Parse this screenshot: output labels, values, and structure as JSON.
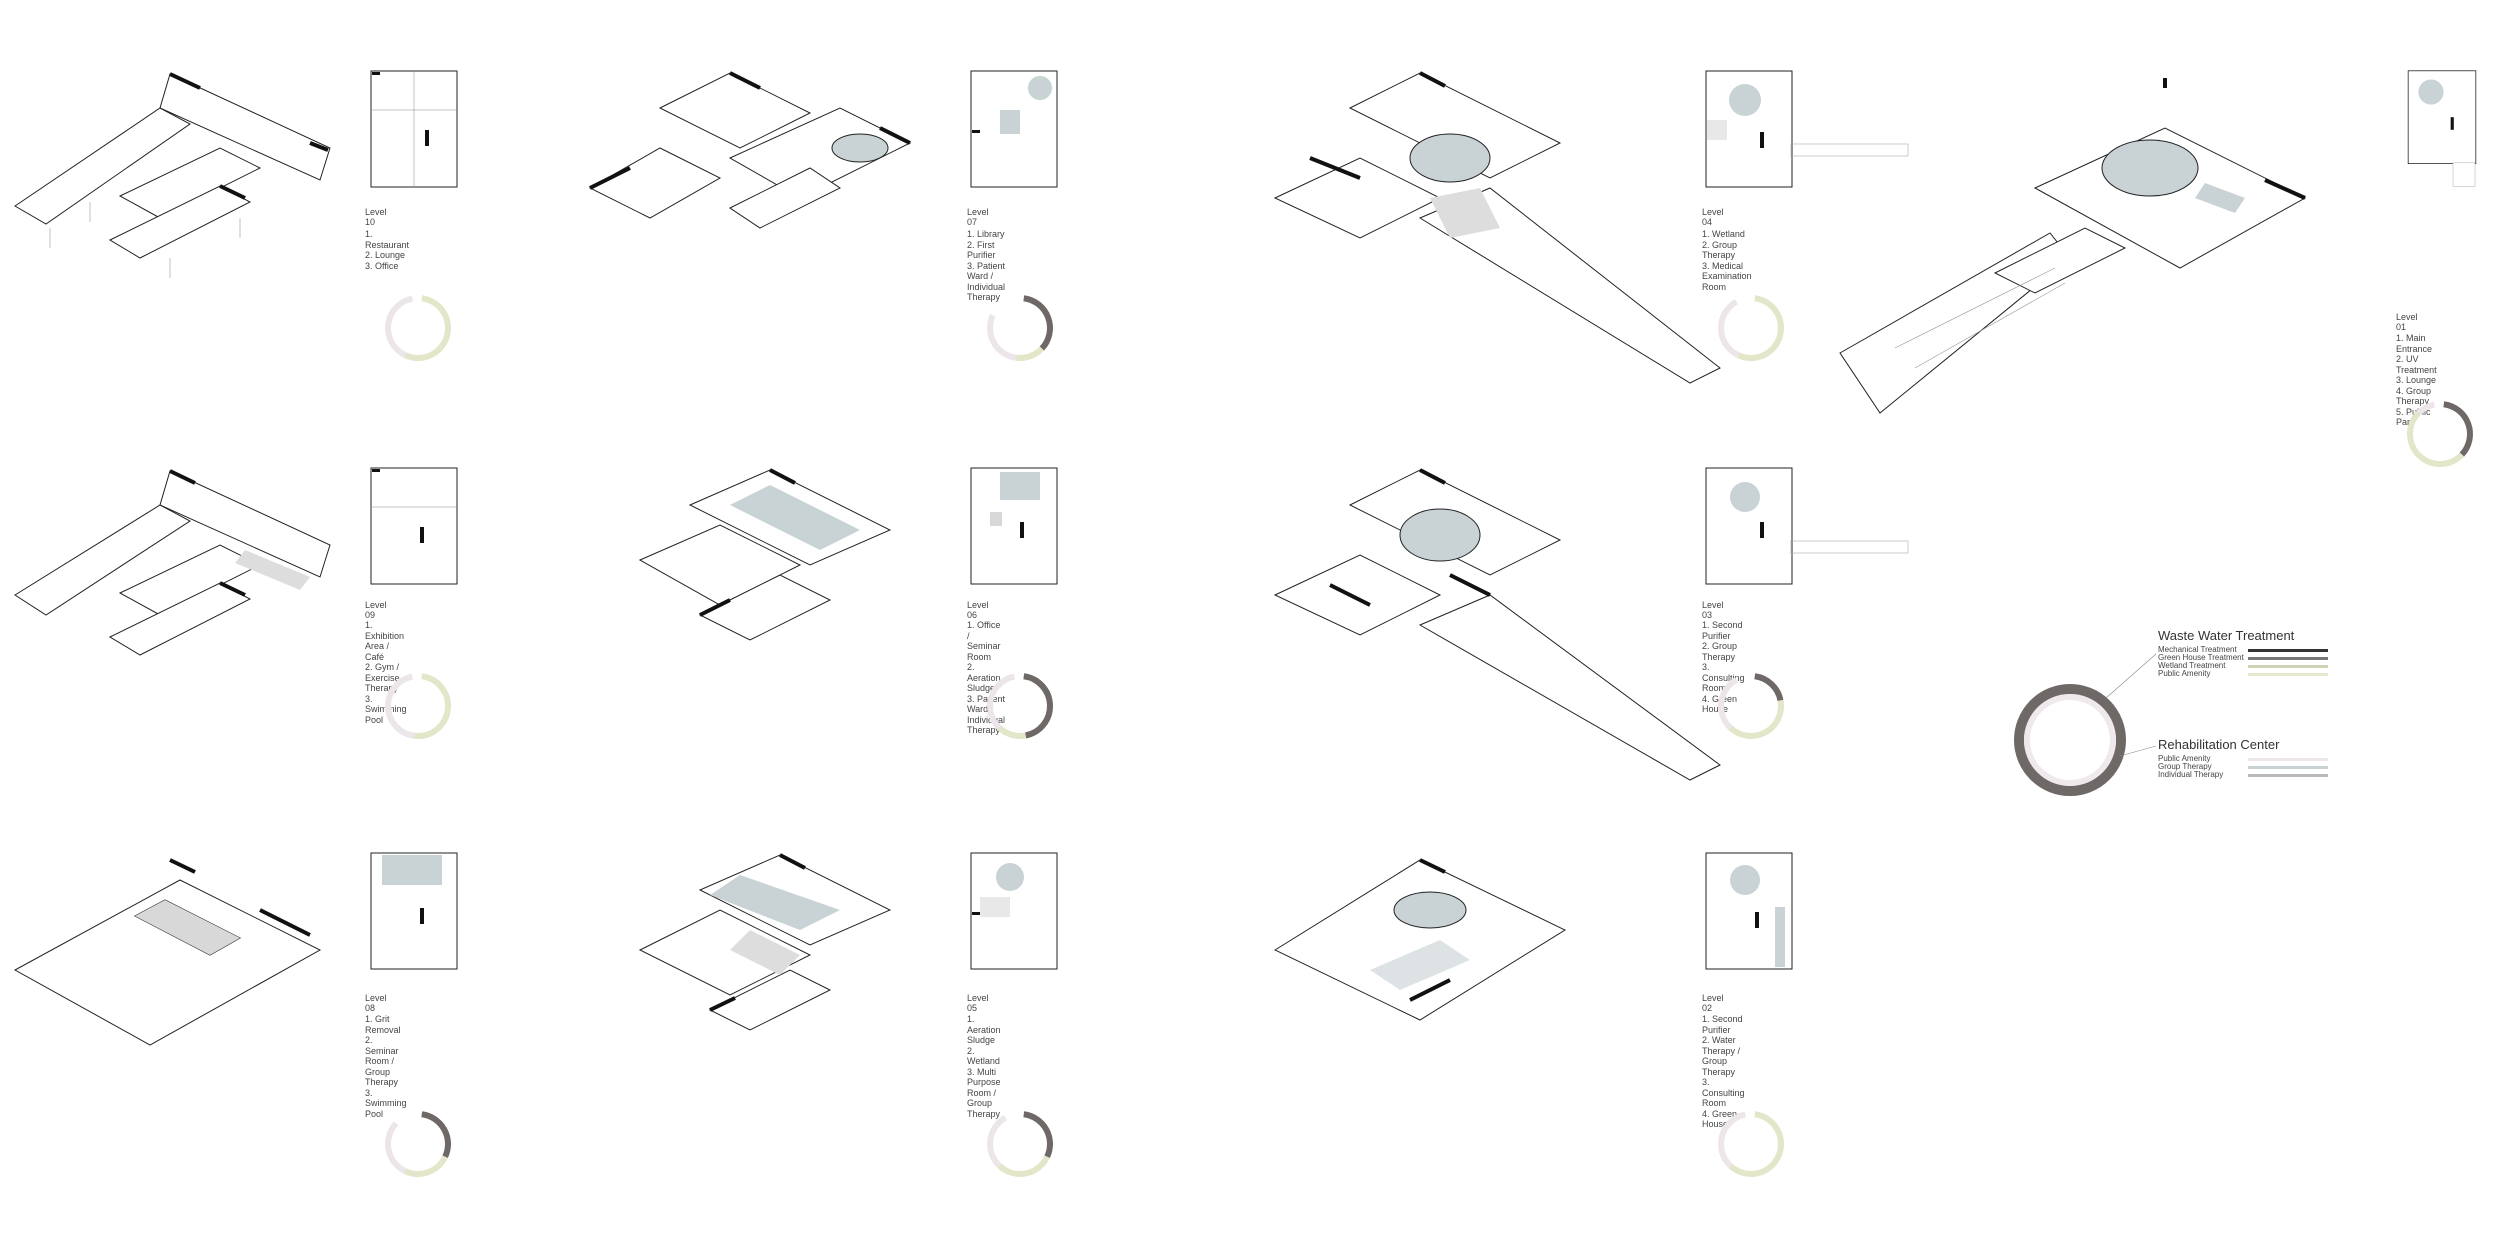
{
  "levels": [
    {
      "id": "l10",
      "title": "Level 10",
      "programs": [
        "1. Restaurant",
        "2. Lounge",
        "3. Office"
      ],
      "ring": {
        "dark": 0,
        "light": 0.55,
        "lavender": 0.4
      }
    },
    {
      "id": "l09",
      "title": "Level 09",
      "programs": [
        "1. Exhibition Area / Café",
        "2. Gym / Exercise Therapy",
        "3. Swimming Pool"
      ],
      "ring": {
        "dark": 0,
        "light": 0.5,
        "lavender": 0.45
      }
    },
    {
      "id": "l08",
      "title": "Level 08",
      "programs": [
        "1. Grit Removal",
        "2. Seminar Room / Group Therapy",
        "3. Swimming Pool"
      ],
      "ring": {
        "dark": 0.3,
        "light": 0.25,
        "lavender": 0.3
      }
    },
    {
      "id": "l07",
      "title": "Level 07",
      "programs": [
        "1. Library",
        "2. First Purifier",
        "3. Patient Ward / Individual Therapy"
      ],
      "ring": {
        "dark": 0.35,
        "light": 0.15,
        "lavender": 0.3
      }
    },
    {
      "id": "l06",
      "title": "Level 06",
      "programs": [
        "1. Office / Seminar Room",
        "2. Aeration Sludge",
        "3. Patient Ward / Individual Therapy"
      ],
      "ring": {
        "dark": 0.45,
        "light": 0.15,
        "lavender": 0.35
      }
    },
    {
      "id": "l05",
      "title": "Level 05",
      "programs": [
        "1. Aeration Sludge",
        "2. Wetland",
        "3. Multi Purpose Room / Group Therapy"
      ],
      "ring": {
        "dark": 0.3,
        "light": 0.3,
        "lavender": 0.3
      }
    },
    {
      "id": "l04",
      "title": "Level 04",
      "programs": [
        "1. Wetland",
        "2. Group Therapy",
        "3. Medical Examination Room"
      ],
      "ring": {
        "dark": 0,
        "light": 0.55,
        "lavender": 0.35
      }
    },
    {
      "id": "l03",
      "title": "Level 03",
      "programs": [
        "1. Second Purifier",
        "2. Group Therapy",
        "3. Consulting Room",
        "4. Green House"
      ],
      "ring": {
        "dark": 0.2,
        "light": 0.4,
        "lavender": 0.3
      }
    },
    {
      "id": "l02",
      "title": "Level 02",
      "programs": [
        "1. Second Purifier",
        "2. Water Therapy / Group Therapy",
        "3. Consulting Room",
        "4. Green House"
      ],
      "ring": {
        "dark": 0,
        "light": 0.6,
        "lavender": 0.35
      }
    },
    {
      "id": "l01",
      "title": "Level 01",
      "programs": [
        "1. Main Entrance",
        "2. UV Treatment",
        "3. Lounge",
        "4. Group Therapy",
        "5. Public Park"
      ],
      "ring": {
        "dark": 0.35,
        "light": 0.5,
        "lavender": 0.1
      }
    }
  ],
  "legend": {
    "waste": {
      "title": "Waste Water Treatment",
      "items": [
        "Mechanical Treatment",
        "Green House Treatment",
        "Wetland Treatment",
        "Public Amenity"
      ]
    },
    "rehab": {
      "title": "Rehabilitation Center",
      "items": [
        "Public Amenity",
        "Group Therapy",
        "Individual Therapy"
      ]
    }
  },
  "colors": {
    "dark": "#6e6966",
    "light": "#e3e6c8",
    "lavender": "#ece6ea",
    "blue": "#c9d2d5",
    "line": "#222222"
  }
}
